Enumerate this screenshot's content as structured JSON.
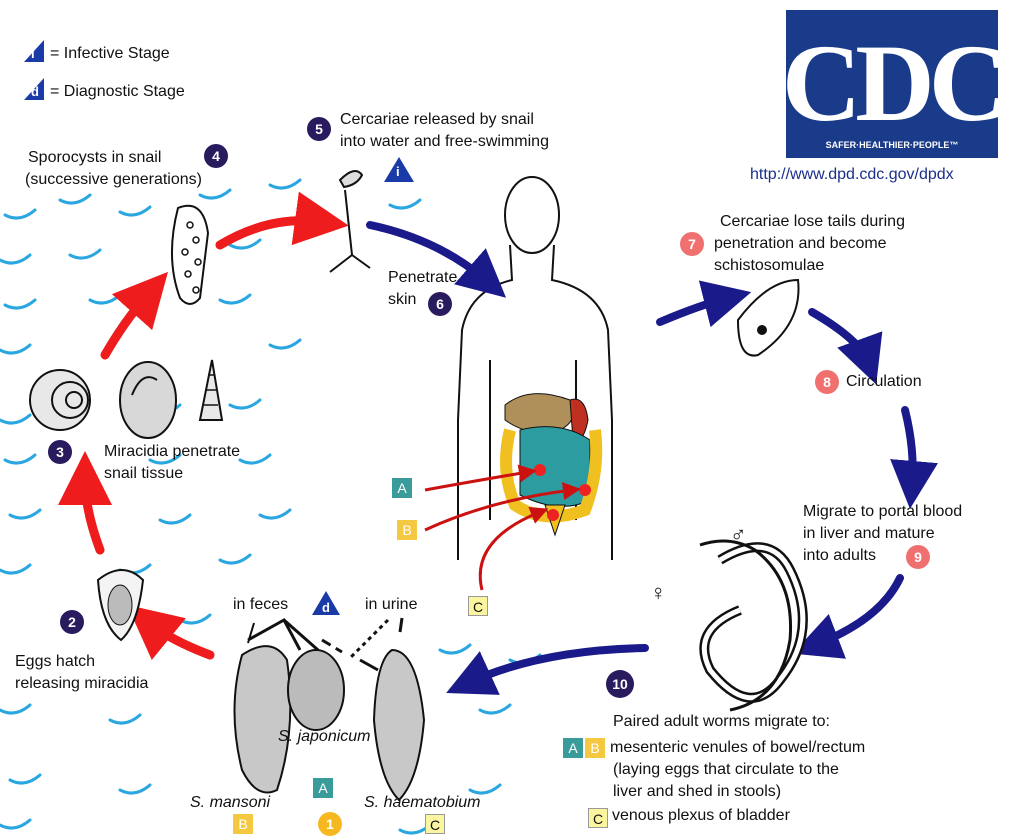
{
  "legend": {
    "infective_symbol": "i",
    "infective_label": "= Infective Stage",
    "diagnostic_symbol": "d",
    "diagnostic_label": "= Diagnostic Stage"
  },
  "logo": {
    "text": "CDC",
    "tagline": "SAFER·HEALTHIER·PEOPLE™",
    "url": "http://www.dpd.cdc.gov/dpdx"
  },
  "steps": {
    "s1": "1",
    "s2": "2",
    "s2_text1": "Eggs hatch",
    "s2_text2": "releasing miracidia",
    "s3": "3",
    "s3_text1": "Miracidia penetrate",
    "s3_text2": "snail tissue",
    "s4": "4",
    "s4_text1": "Sporocysts in snail",
    "s4_text2": "(successive generations)",
    "s5": "5",
    "s5_text1": "Cercariae released by snail",
    "s5_text2": "into water and free-swimming",
    "s6": "6",
    "s6_text1": "Penetrate",
    "s6_text2": "skin",
    "s7": "7",
    "s7_text1": "Cercariae lose tails during",
    "s7_text2": "penetration and become",
    "s7_text3": "schistosomulae",
    "s8": "8",
    "s8_text": "Circulation",
    "s9": "9",
    "s9_text1": "Migrate to portal blood",
    "s9_text2": "in liver and mature",
    "s9_text3": "into adults",
    "s10": "10",
    "s10_text1": "Paired adult worms migrate to:",
    "s10_text2": "mesenteric venules of bowel/rectum",
    "s10_text3": "(laying eggs that circulate to the",
    "s10_text4": "liver and shed in stools)",
    "s10_text5": "venous plexus of bladder"
  },
  "eggs": {
    "in_feces": "in feces",
    "in_urine": "in urine",
    "mansoni": "S. mansoni",
    "japonicum": "S. japonicum",
    "haematobium": "S. haematobium"
  },
  "boxes": {
    "A": "A",
    "B": "B",
    "C": "C"
  },
  "sex": {
    "male": "♂",
    "female": "♀"
  },
  "colors": {
    "red_arrow": "#ee1c1c",
    "blue_arrow": "#1a1a8a",
    "water": "#2aa6e0",
    "step_dark": "#2a1a5e",
    "step_pink": "#f07070"
  }
}
